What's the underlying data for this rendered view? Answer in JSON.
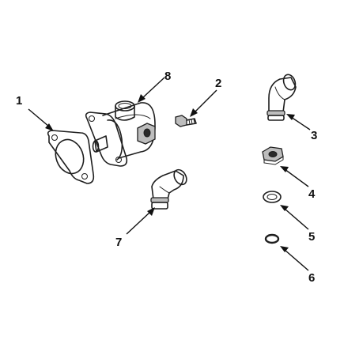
{
  "callouts": [
    {
      "number": "1",
      "part": "gasket"
    },
    {
      "number": "2",
      "part": "capscrew"
    },
    {
      "number": "3",
      "part": "elbow-fitting-large"
    },
    {
      "number": "4",
      "part": "hex-nut"
    },
    {
      "number": "5",
      "part": "flat-washer"
    },
    {
      "number": "6",
      "part": "o-ring"
    },
    {
      "number": "7",
      "part": "elbow-fitting-small"
    },
    {
      "number": "8",
      "part": "housing"
    }
  ],
  "colors": {
    "line": "#1e1e1e",
    "shade": "#bdbdbd",
    "background": "#ffffff"
  }
}
